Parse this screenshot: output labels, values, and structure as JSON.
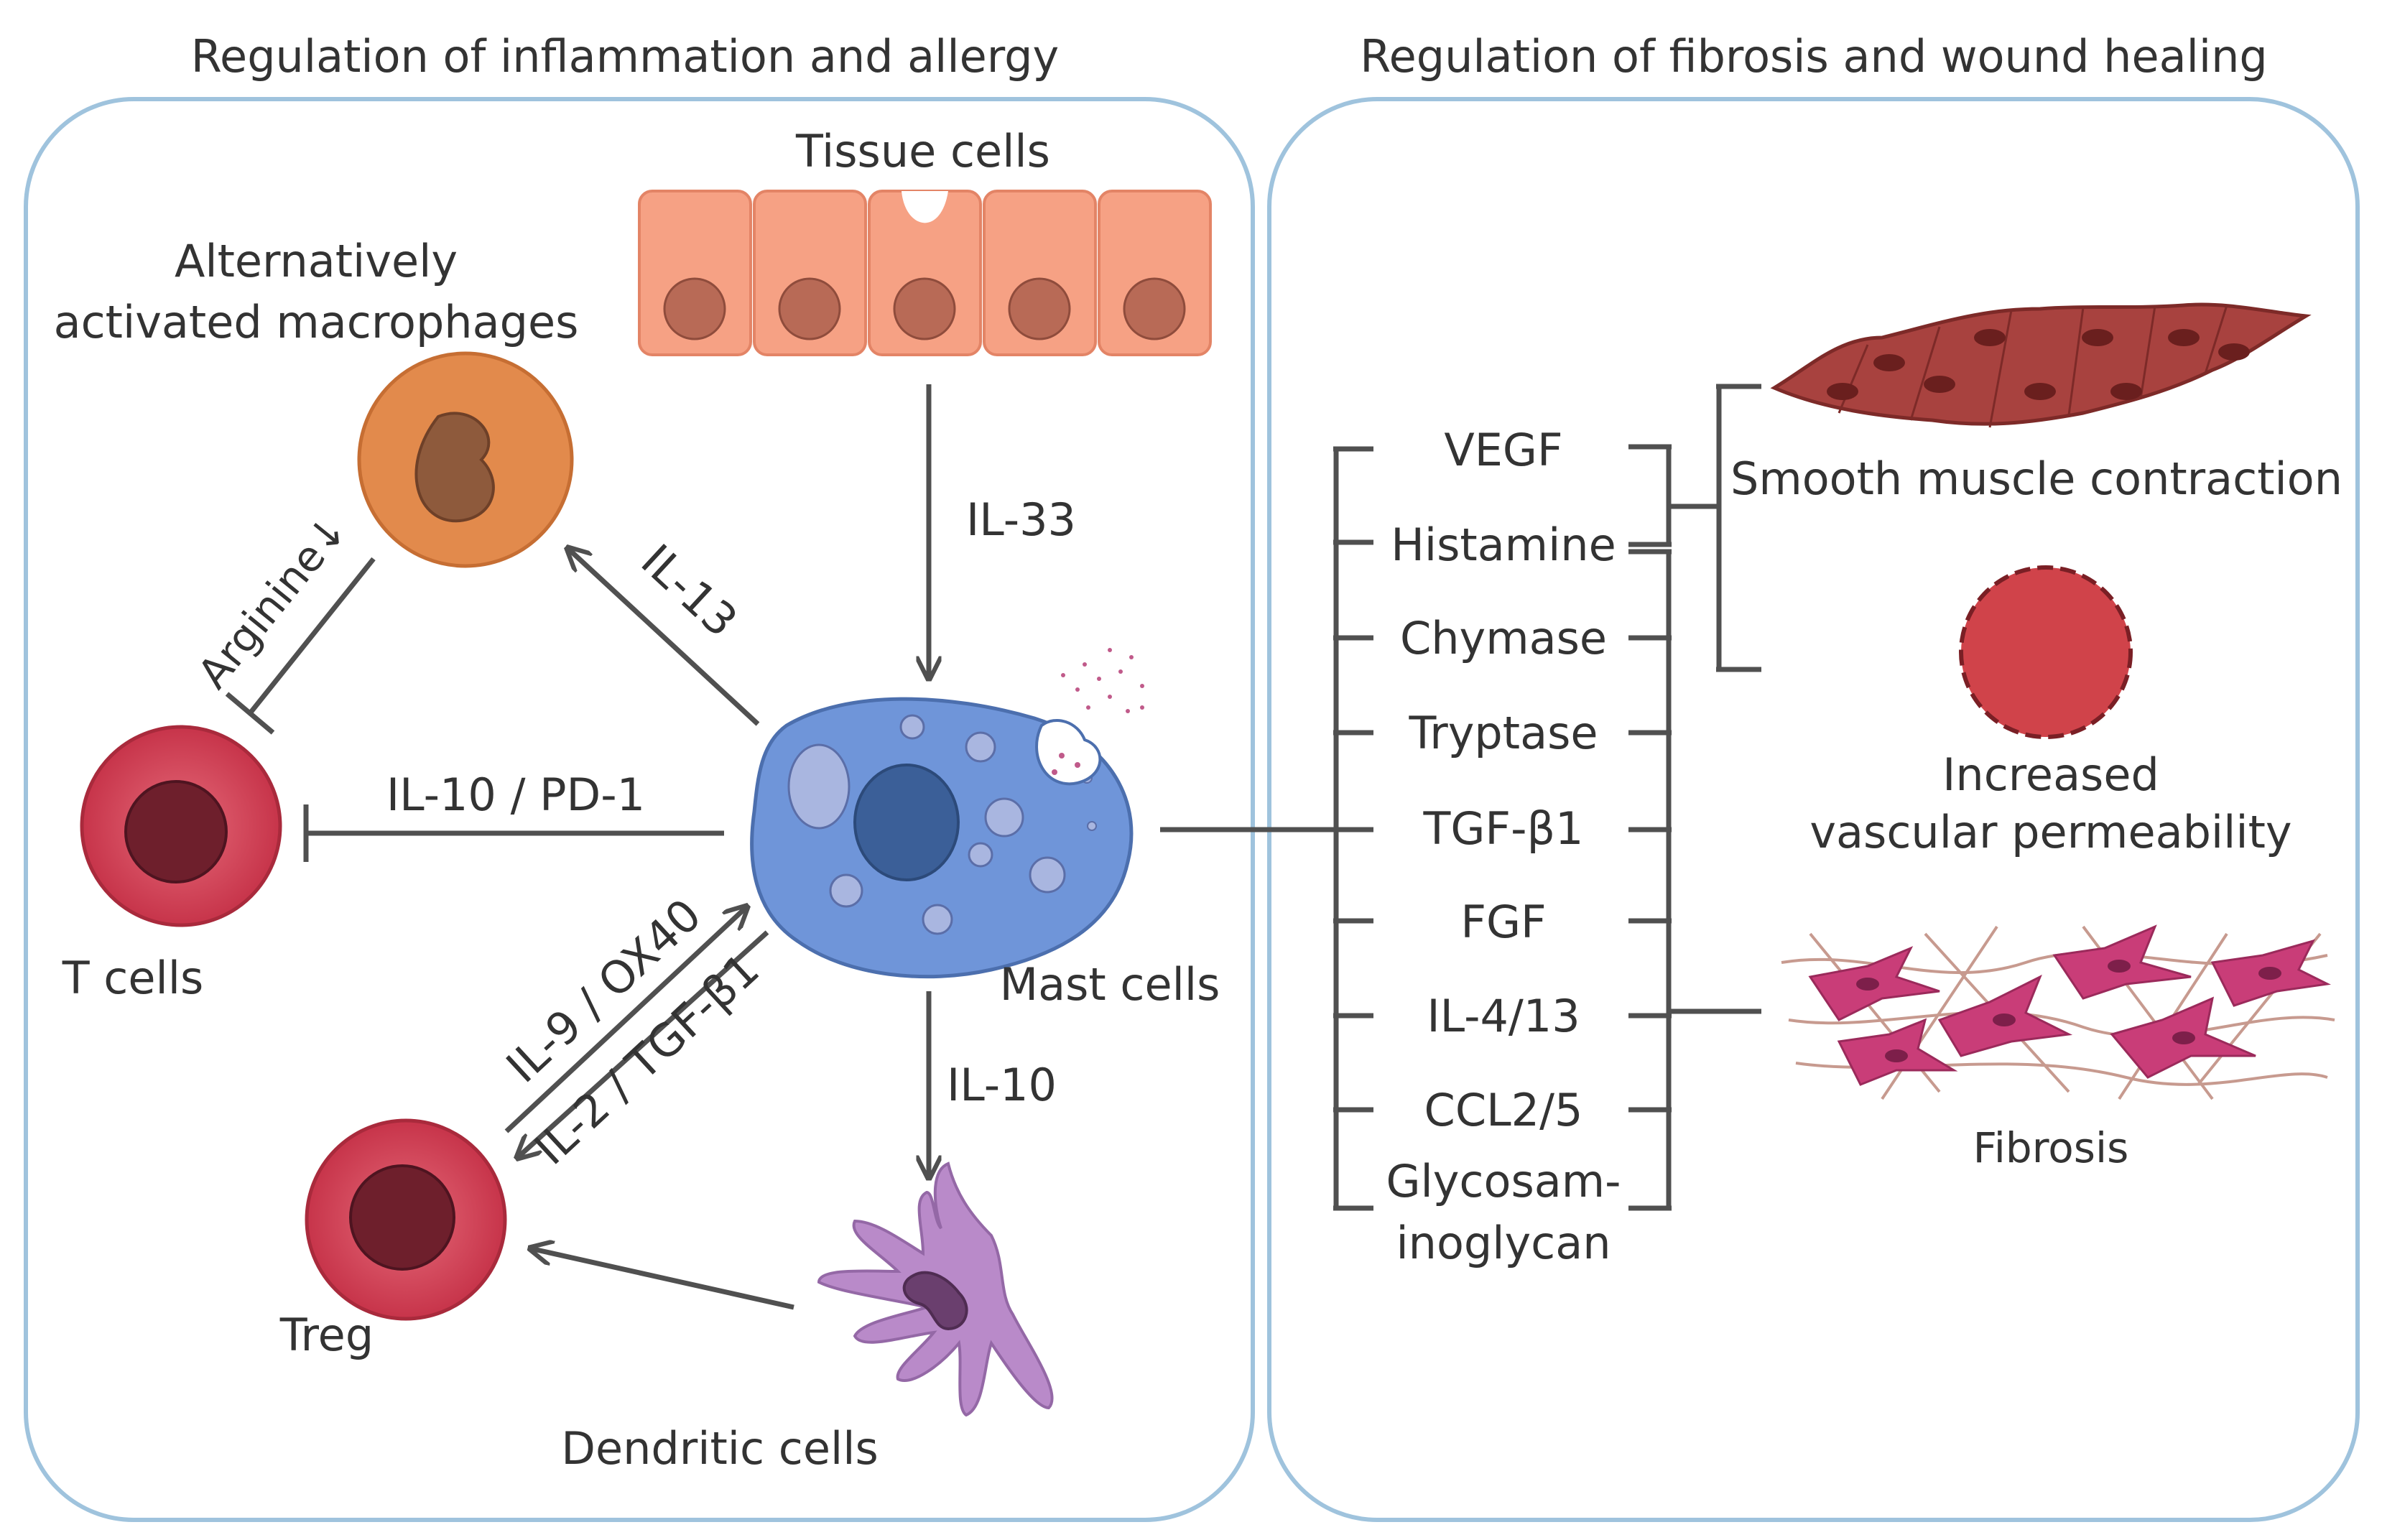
{
  "left_panel": {
    "title": "Regulation of inflammation and allergy",
    "cells": {
      "tissue": "Tissue cells",
      "macrophage_line1": "Alternatively",
      "macrophage_line2": "activated macrophages",
      "t_cells": "T cells",
      "mast": "Mast cells",
      "treg": "Treg",
      "dendritic": "Dendritic cells"
    },
    "edges": {
      "tissue_to_mast": "IL-33",
      "mast_to_macrophage": "IL-13",
      "macrophage_to_tcell": "Arginine↓",
      "mast_to_tcell": "IL-10 / PD-1",
      "treg_to_mast": "IL-9 / OX40",
      "mast_to_treg": "IL-2 / TGF-β1",
      "mast_to_dendritic": "IL-10"
    }
  },
  "right_panel": {
    "title": "Regulation of fibrosis and wound healing",
    "mediators": [
      "VEGF",
      "Histamine",
      "Chymase",
      "Tryptase",
      "TGF-β1",
      "FGF",
      "IL-4/13",
      "CCL2/5"
    ],
    "mediator_last_line1": "Glycosam-",
    "mediator_last_line2": "inoglycan",
    "outcomes": {
      "smooth_muscle": "Smooth muscle contraction",
      "vascular_line1": "Increased",
      "vascular_line2": "vascular permeability",
      "fibrosis": "Fibrosis"
    }
  },
  "colors": {
    "panel_border": "#9fc3dd",
    "tissue": "#f6a184",
    "macrophage": "#e28a4c",
    "t_cell": "#d9485c",
    "mast": "#6f95d9",
    "dendritic": "#b98ac9",
    "muscle": "#a8423f",
    "vascular": "#d0434a",
    "fibrosis": "#c93d78"
  }
}
